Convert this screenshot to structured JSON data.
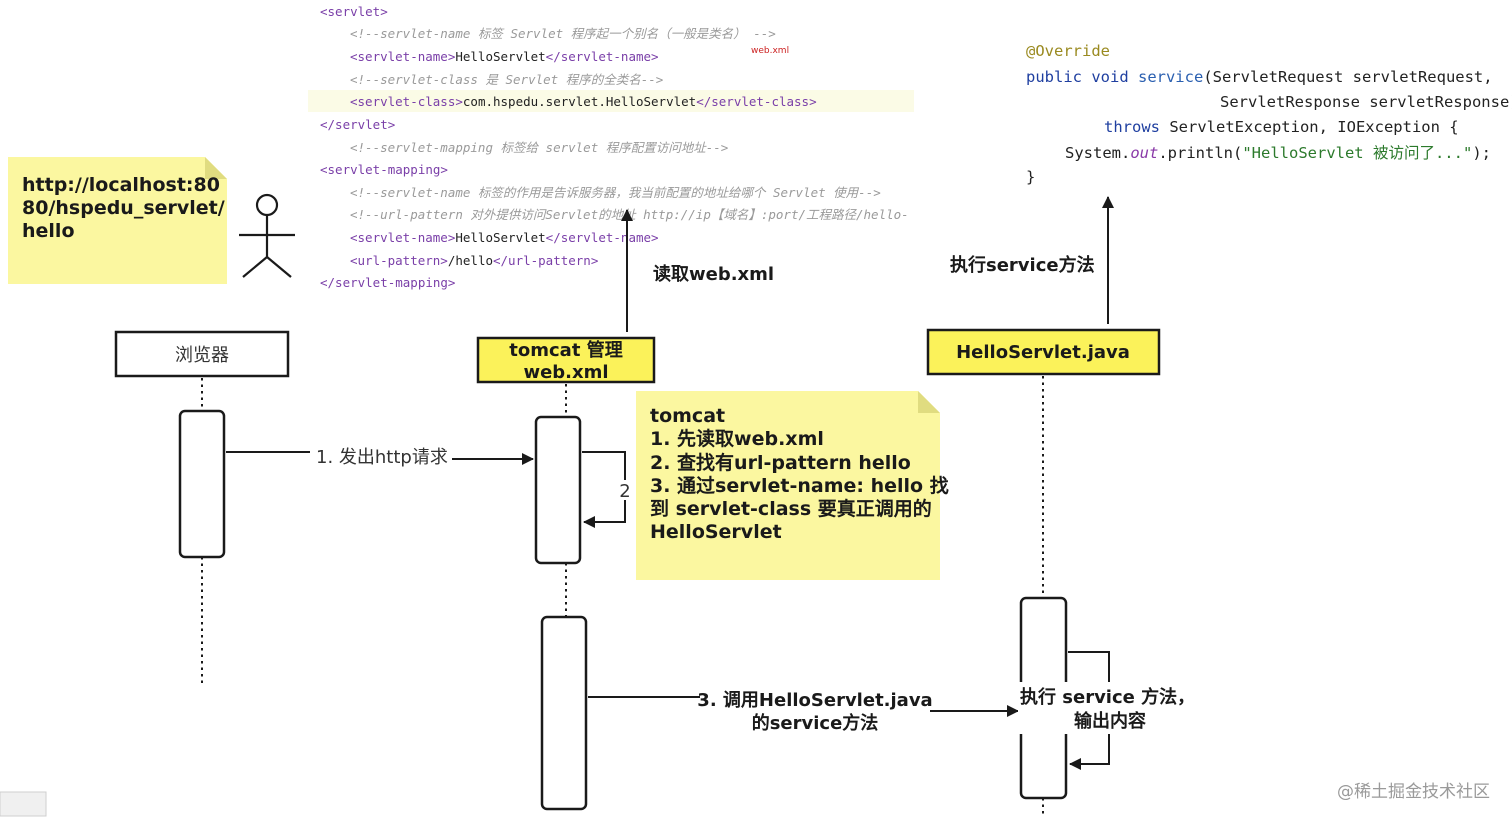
{
  "xml_code": {
    "lines": [
      [
        {
          "t": "<servlet>",
          "c": "tag"
        }
      ],
      [
        {
          "t": "<!--servlet-name 标签 Servlet 程序起一个别名（一般是类名） -->",
          "c": "comment"
        }
      ],
      [
        {
          "t": "<servlet-name>",
          "c": "tag"
        },
        {
          "t": "HelloServlet",
          "c": "plain"
        },
        {
          "t": "</servlet-name>",
          "c": "tag"
        }
      ],
      [
        {
          "t": "<!--servlet-class 是 Servlet 程序的全类名-->",
          "c": "comment"
        }
      ],
      [
        {
          "t": "<servlet-class>",
          "c": "tag"
        },
        {
          "t": "com.hspedu.servlet.HelloServlet",
          "c": "plain"
        },
        {
          "t": "</servlet-class>",
          "c": "tag"
        }
      ],
      [
        {
          "t": "</servlet>",
          "c": "tag"
        }
      ],
      [
        {
          "t": "<!--servlet-mapping 标签给 servlet 程序配置访问地址-->",
          "c": "comment"
        }
      ],
      [
        {
          "t": "<servlet-mapping>",
          "c": "tag"
        }
      ],
      [
        {
          "t": "<!--servlet-name 标签的作用是告诉服务器，我当前配置的地址给哪个 Servlet 使用-->",
          "c": "comment"
        }
      ],
      [
        {
          "t": "<!--url-pattern  对外提供访问Servlet的地址 http://ip【域名】:port/工程路径/hello-",
          "c": "comment"
        }
      ],
      [
        {
          "t": "<servlet-name>",
          "c": "tag"
        },
        {
          "t": "HelloServlet",
          "c": "plain"
        },
        {
          "t": "</servlet-name>",
          "c": "tag"
        }
      ],
      [
        {
          "t": "<url-pattern>",
          "c": "tag"
        },
        {
          "t": "/hello",
          "c": "plain"
        },
        {
          "t": "</url-pattern>",
          "c": "tag"
        }
      ],
      [
        {
          "t": "</servlet-mapping>",
          "c": "tag"
        }
      ]
    ],
    "annotation": "web.xml"
  },
  "java_code": {
    "lines": [
      [
        {
          "t": "@Override",
          "c": "ann"
        }
      ],
      [
        {
          "t": "public void ",
          "c": "kw"
        },
        {
          "t": "service",
          "c": "fn"
        },
        {
          "t": "(ServletRequest servletRequest,",
          "c": "plain"
        }
      ],
      [
        {
          "t": "ServletResponse servletResponse)",
          "c": "plain"
        }
      ],
      [
        {
          "t": "throws ",
          "c": "kw"
        },
        {
          "t": "ServletException, IOException {",
          "c": "plain"
        }
      ],
      [
        {
          "t": "System.",
          "c": "plain"
        },
        {
          "t": "out",
          "c": "field"
        },
        {
          "t": ".println(",
          "c": "plain"
        },
        {
          "t": "\"HelloServlet 被访问了...\"",
          "c": "str"
        },
        {
          "t": ");",
          "c": "plain"
        }
      ],
      [
        {
          "t": "}",
          "c": "plain"
        }
      ]
    ]
  },
  "note_url": {
    "lines": [
      "http://localhost:80",
      "80/hspedu_servlet/",
      "hello"
    ]
  },
  "note_tomcat": {
    "lines": [
      "tomcat",
      "1. 先读取web.xml",
      "2. 查找有url-pattern hello",
      "3. 通过servlet-name: hello 找",
      "到 servlet-class  要真正调用的",
      "HelloServlet"
    ]
  },
  "lifelines": {
    "browser": "浏览器",
    "tomcat": [
      "tomcat 管理",
      "web.xml"
    ],
    "servlet": "HelloServlet.java"
  },
  "messages": {
    "m1": "1. 发出http请求",
    "m2": "2",
    "m3": [
      "3. 调用HelloServlet.java",
      "的service方法"
    ],
    "read_web_xml": "读取web.xml",
    "exec_service_up": "执行service方法",
    "exec_service_self": [
      "执行 service 方法，",
      "输出内容"
    ]
  },
  "watermark": "@稀土掘金技术社区",
  "colors": {
    "note_yellow": "#fbf7a0",
    "header_yellow": "#fbf25a",
    "line": "#1a1a1a"
  }
}
